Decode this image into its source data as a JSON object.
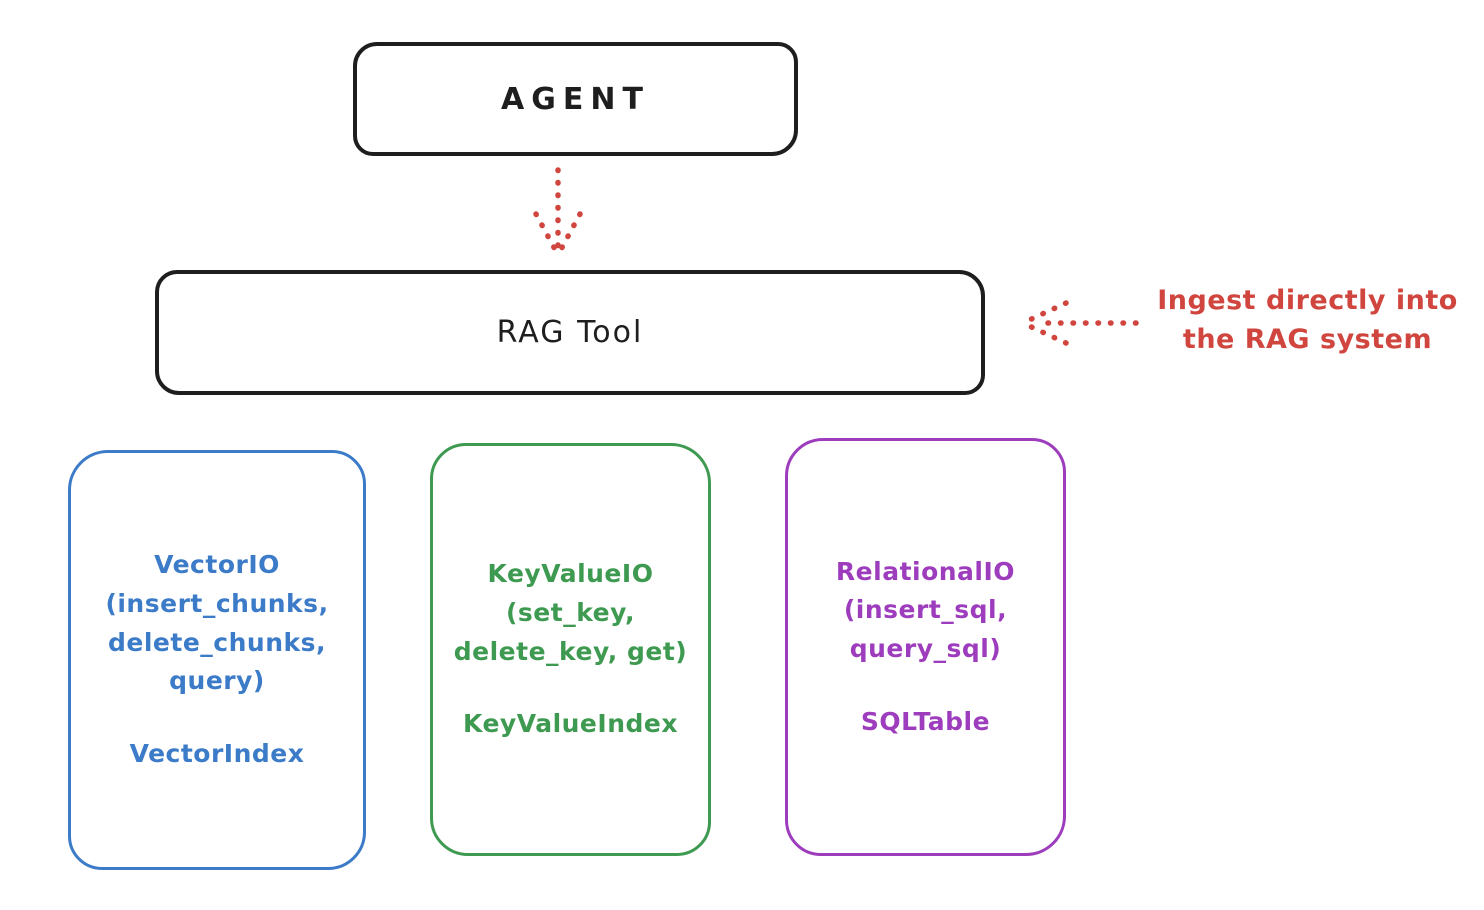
{
  "agent": {
    "label": "AGENT"
  },
  "rag_tool": {
    "label": "RAG Tool"
  },
  "annotation": {
    "line1": "Ingest directly into",
    "line2": "the RAG system"
  },
  "backends": [
    {
      "title": "VectorIO\n(insert_chunks,\ndelete_chunks,\nquery)",
      "index": "VectorIndex",
      "color": "#3b7bc8"
    },
    {
      "title": "KeyValueIO\n(set_key,\ndelete_key, get)",
      "index": "KeyValueIndex",
      "color": "#3d9a50"
    },
    {
      "title": "RelationalIO\n(insert_sql,\nquery_sql)",
      "index": "SQLTable",
      "color": "#9d3dbd"
    }
  ],
  "colors": {
    "stroke": "#1e1e1e",
    "accent_red": "#d0453e",
    "blue": "#3b7bc8",
    "green": "#3d9a50",
    "purple": "#9d3dbd",
    "background": "#ffffff"
  }
}
